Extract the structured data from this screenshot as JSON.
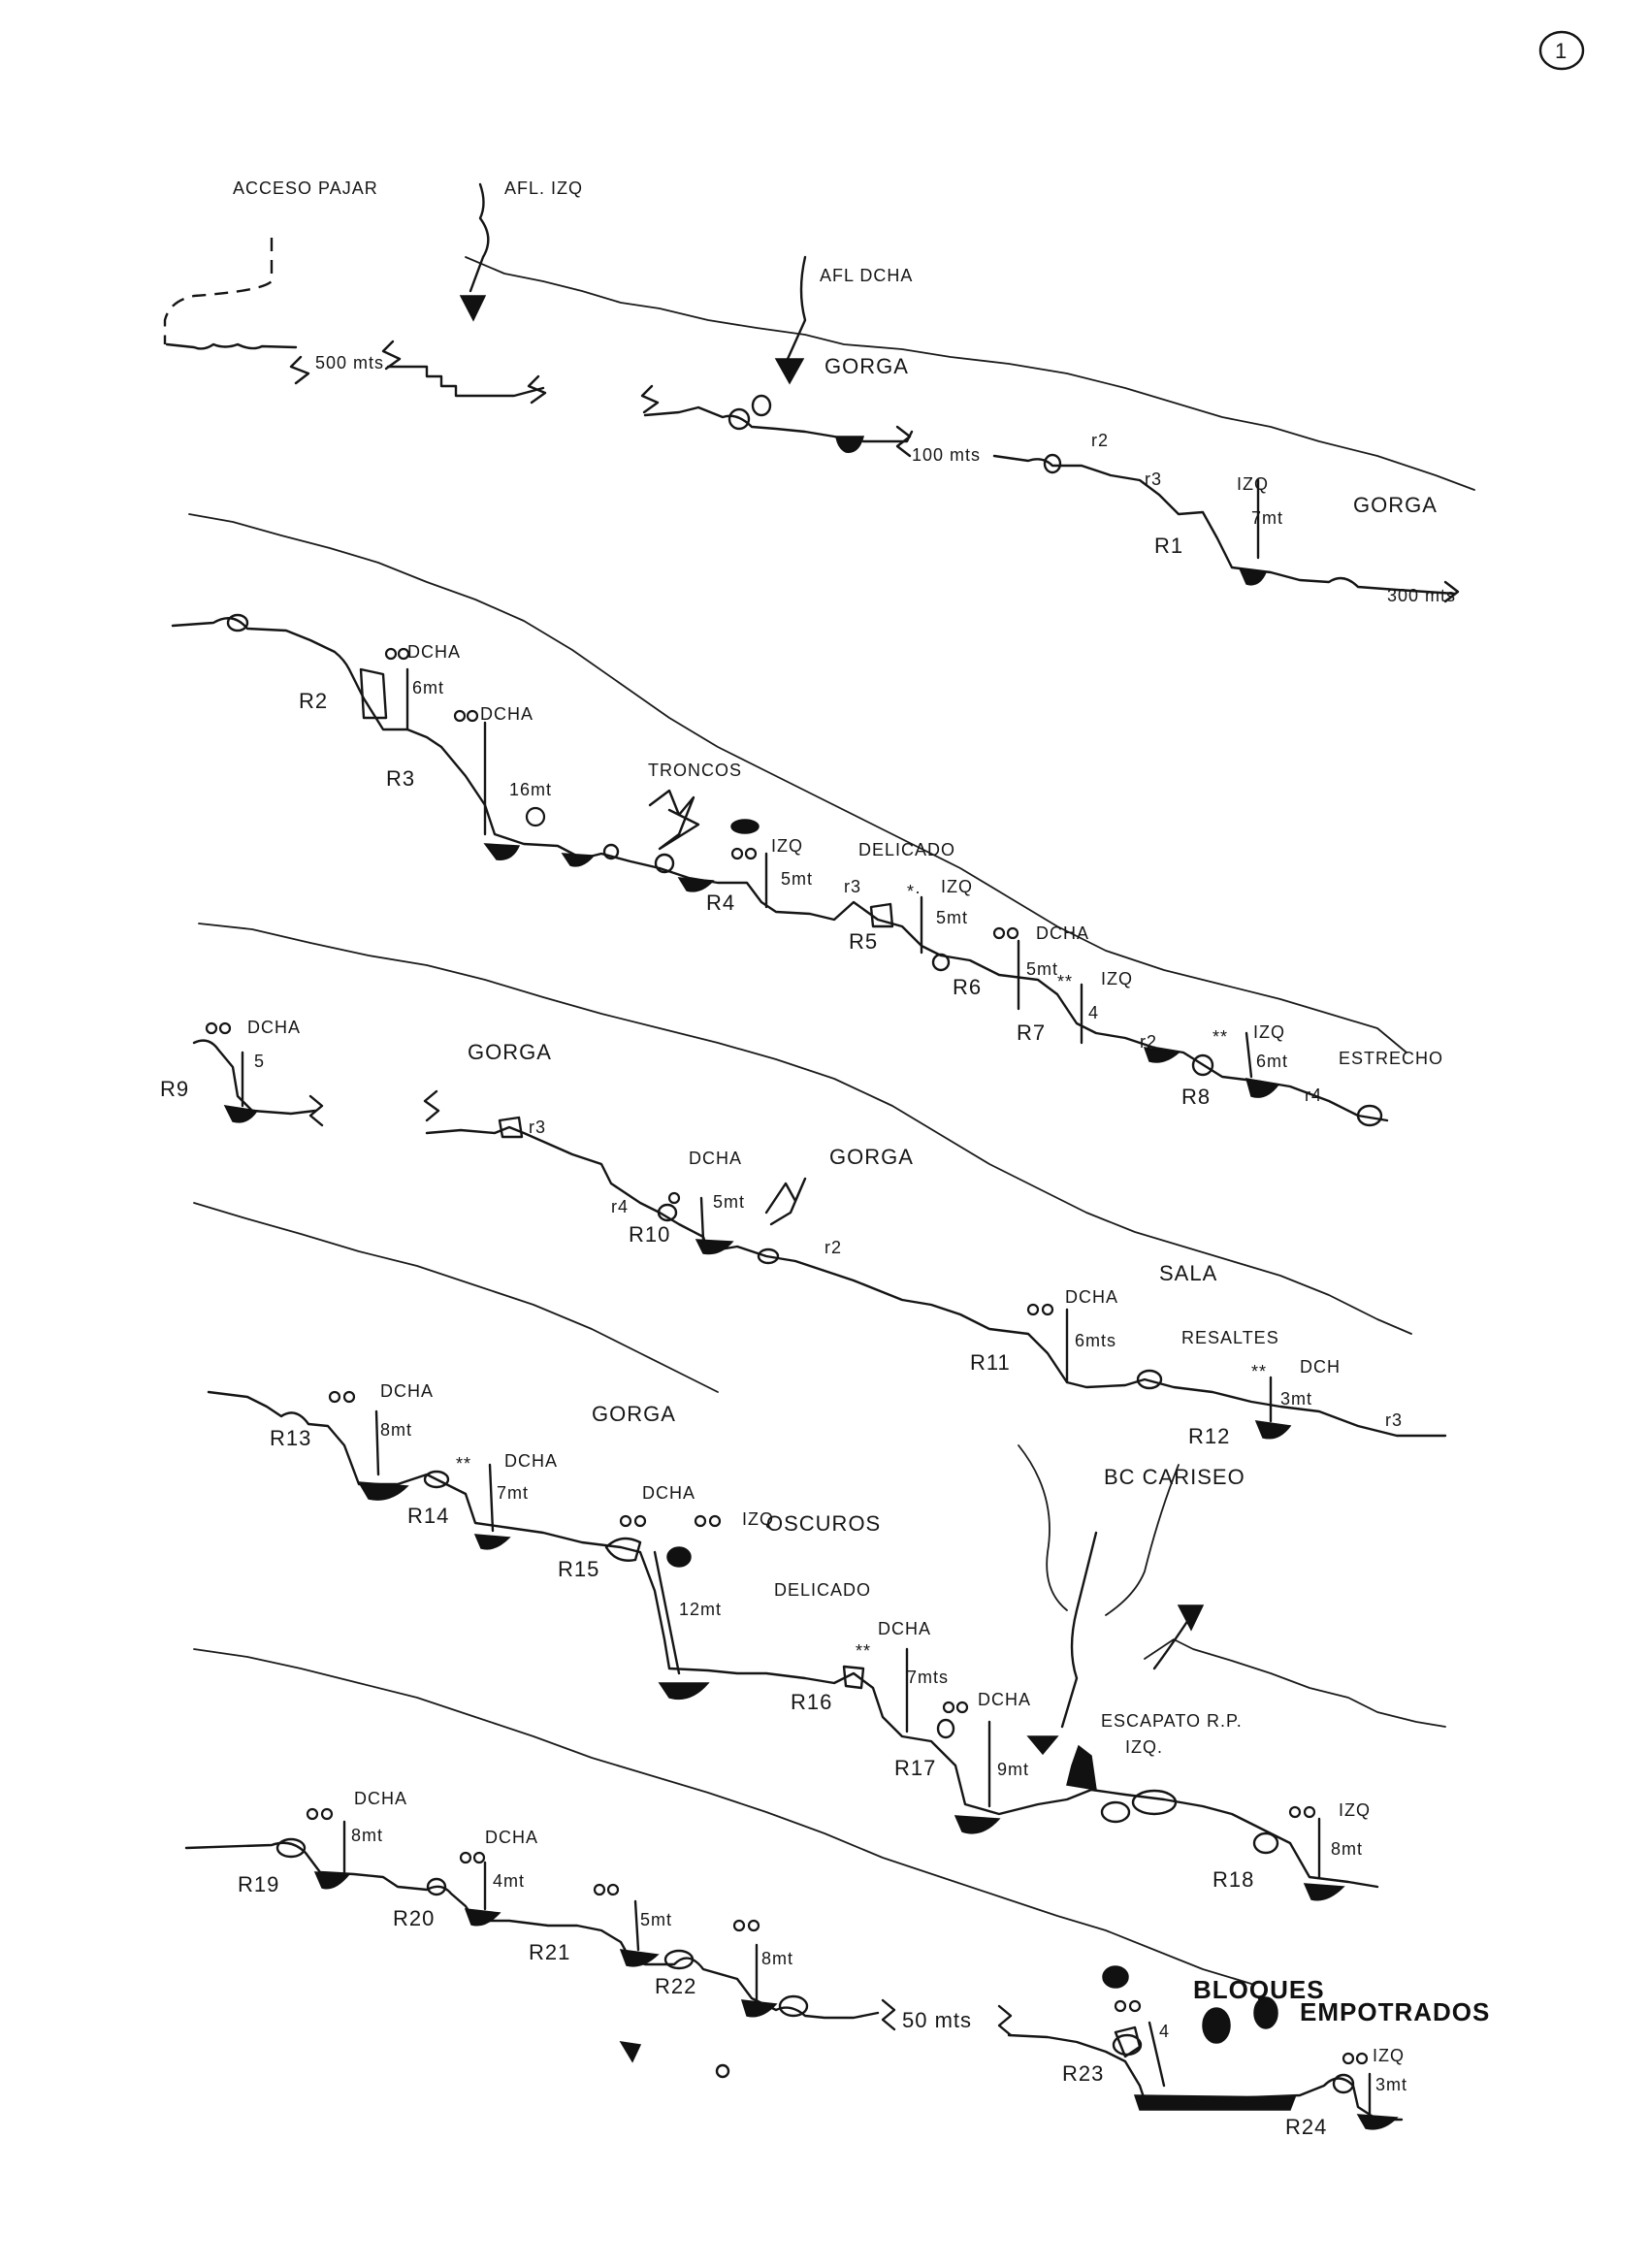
{
  "page_marker": "1",
  "access": {
    "access_path": "ACCESO PAJAR",
    "afl_izq": "AFL. IZQ",
    "afl_dcha": "AFL DCHA"
  },
  "distances": [
    "500 mts",
    "100 mts",
    "300 mts",
    "50 mts"
  ],
  "zones": {
    "gorga_1": "GORGA",
    "gorga_2": "GORGA",
    "gorga_3": "GORGA",
    "gorga_4": "GORGA",
    "gorga_5": "GORGA",
    "troncos": "TRONCOS",
    "delicado_1": "DELICADO",
    "estrecho": "ESTRECHO",
    "sala": "SALA",
    "resaltes": "RESALTES",
    "oscuros": "OSCUROS",
    "delicado_2": "DELICADO",
    "bc_cariseo": "BC CARISEO",
    "escapatoria": "ESCAPATO R.P.",
    "escapatoria_2": "IZQ.",
    "bloques": "BLOQUES",
    "empotrados": "EMPOTRADOS"
  },
  "rappels": [
    {
      "id": "R1",
      "side": "IZQ",
      "height": "7mt"
    },
    {
      "id": "R2",
      "side": "DCHA",
      "height": "6mt"
    },
    {
      "id": "R3",
      "side": "DCHA",
      "height": "16mt"
    },
    {
      "id": "R4",
      "side": "IZQ",
      "height": "5mt"
    },
    {
      "id": "R5",
      "side": "IZQ",
      "height": "5mt"
    },
    {
      "id": "R6",
      "side": "DCHA",
      "height": "5mt"
    },
    {
      "id": "R7",
      "side": "IZQ",
      "height": "4"
    },
    {
      "id": "R8",
      "side": "IZQ",
      "height": "6mt"
    },
    {
      "id": "R9",
      "side": "DCHA",
      "height": "5"
    },
    {
      "id": "R10",
      "side": "DCHA",
      "height": "5mt"
    },
    {
      "id": "R11",
      "side": "DCHA",
      "height": "6mts"
    },
    {
      "id": "R12",
      "side": "DCH",
      "height": "3mt"
    },
    {
      "id": "R13",
      "side": "DCHA",
      "height": "8mt"
    },
    {
      "id": "R14",
      "side": "DCHA",
      "height": "7mt"
    },
    {
      "id": "R15",
      "side": "DCHA",
      "height": "12mt"
    },
    {
      "id": "R16",
      "side": "DCHA",
      "height": "7mts"
    },
    {
      "id": "R17",
      "side": "DCHA",
      "height": "9mt"
    },
    {
      "id": "R18",
      "side": "IZQ",
      "height": "8mt"
    },
    {
      "id": "R19",
      "side": "DCHA",
      "height": "8mt"
    },
    {
      "id": "R20",
      "side": "DCHA",
      "height": "4mt"
    },
    {
      "id": "R21",
      "side": "",
      "height": "5mt"
    },
    {
      "id": "R22",
      "side": "",
      "height": "8mt"
    },
    {
      "id": "R23",
      "side": "",
      "height": "4"
    },
    {
      "id": "R24",
      "side": "IZQ",
      "height": "3mt"
    }
  ],
  "r15_second_side": "IZQ",
  "ressalts": {
    "r2": "r2",
    "r3": "r3",
    "r4": "r4"
  }
}
